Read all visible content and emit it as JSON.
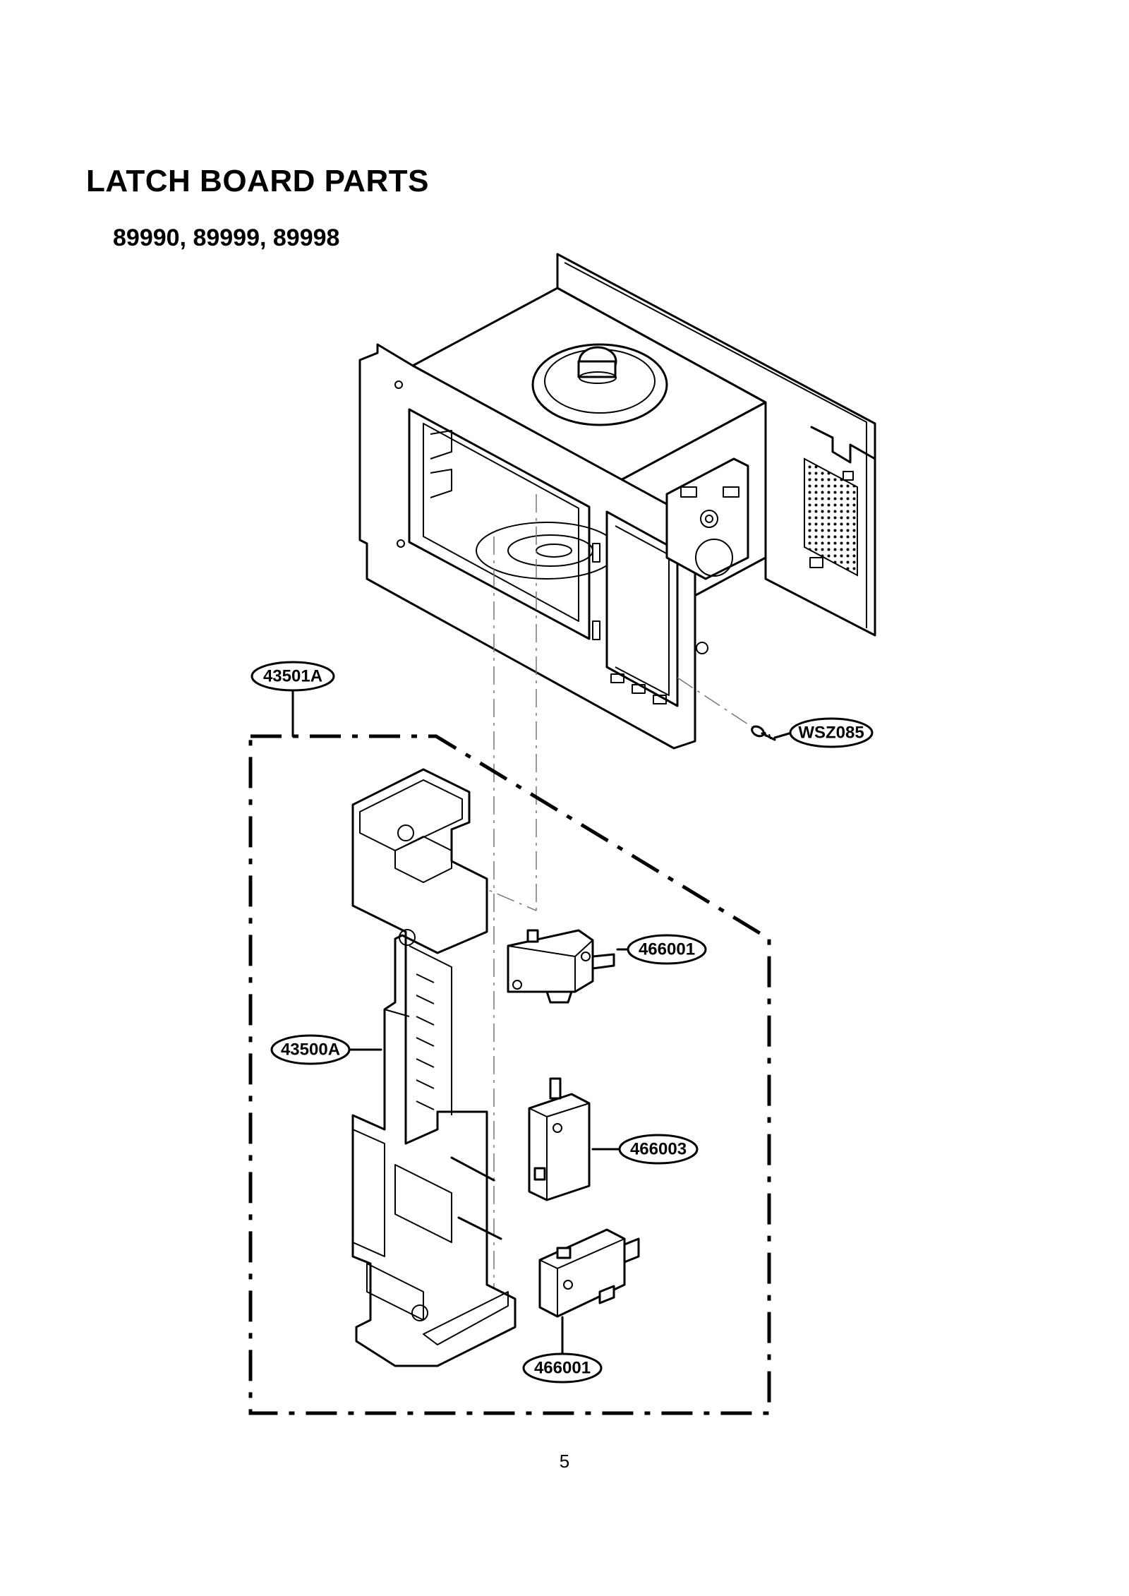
{
  "header": {
    "title": "LATCH BOARD PARTS",
    "models": "89990, 89999, 89998"
  },
  "callouts": {
    "latch_board_assembly": "43501A",
    "screw": "WSZ085",
    "switch_upper": "466001",
    "latch_board": "43500A",
    "switch_middle": "466003",
    "switch_lower": "466001"
  },
  "footer": {
    "page_number": "5"
  }
}
